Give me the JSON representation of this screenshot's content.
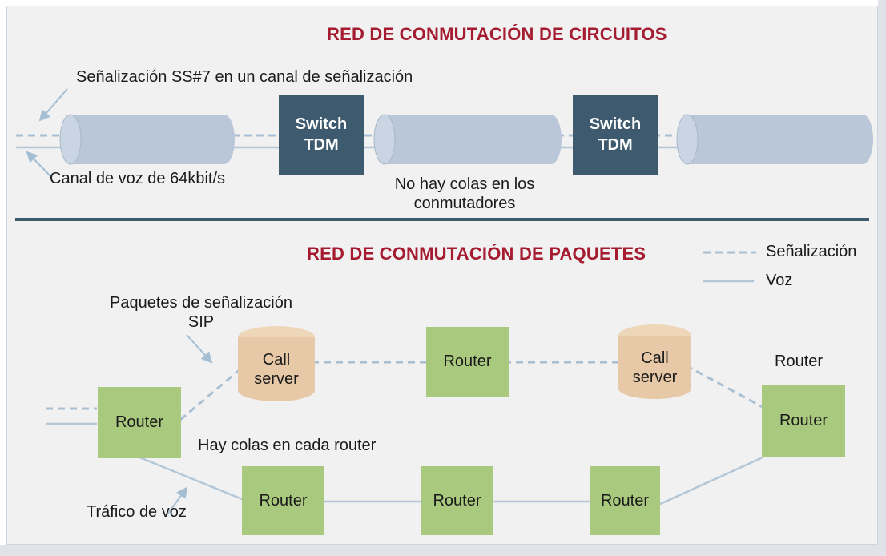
{
  "figure": {
    "circuit": {
      "title": "RED DE CONMUTACIÓN DE CIRCUITOS",
      "signaling_label": "Señalización SS#7 en un canal de señalización",
      "voice_channel_label": "Canal de voz de 64kbit/s",
      "no_queues_label": "No hay colas en los conmutadores",
      "switches": [
        {
          "label": "Switch TDM"
        },
        {
          "label": "Switch TDM"
        }
      ]
    },
    "packet": {
      "title": "RED DE CONMUTACIÓN DE PAQUETES",
      "sip_label": "Paquetes de señalización SIP",
      "queues_label": "Hay colas en cada router",
      "voice_traffic_label": "Tráfico de voz",
      "router_caption": "Router",
      "nodes": {
        "router_left": "Router",
        "call_server_left": "Call server",
        "router_top_mid": "Router",
        "call_server_right": "Call server",
        "router_right": "Router",
        "router_bottom_1": "Router",
        "router_bottom_2": "Router",
        "router_bottom_3": "Router"
      },
      "legend": {
        "signaling": "Señalización",
        "voice": "Voz"
      }
    },
    "colors": {
      "title_red": "#a51c30",
      "switch_box_slate": "#3d5a6e",
      "separator_slate": "#3d5a6e",
      "trunk_cylinder": "#b9c7d8",
      "trunk_cylinder_face": "#c9d5e2",
      "router_green": "#a9c97e",
      "call_server_tan": "#e7c9a7",
      "call_server_lid": "#eed6b8",
      "line_blue": "#aec3d5",
      "background_gray": "#f1f1f2"
    }
  }
}
